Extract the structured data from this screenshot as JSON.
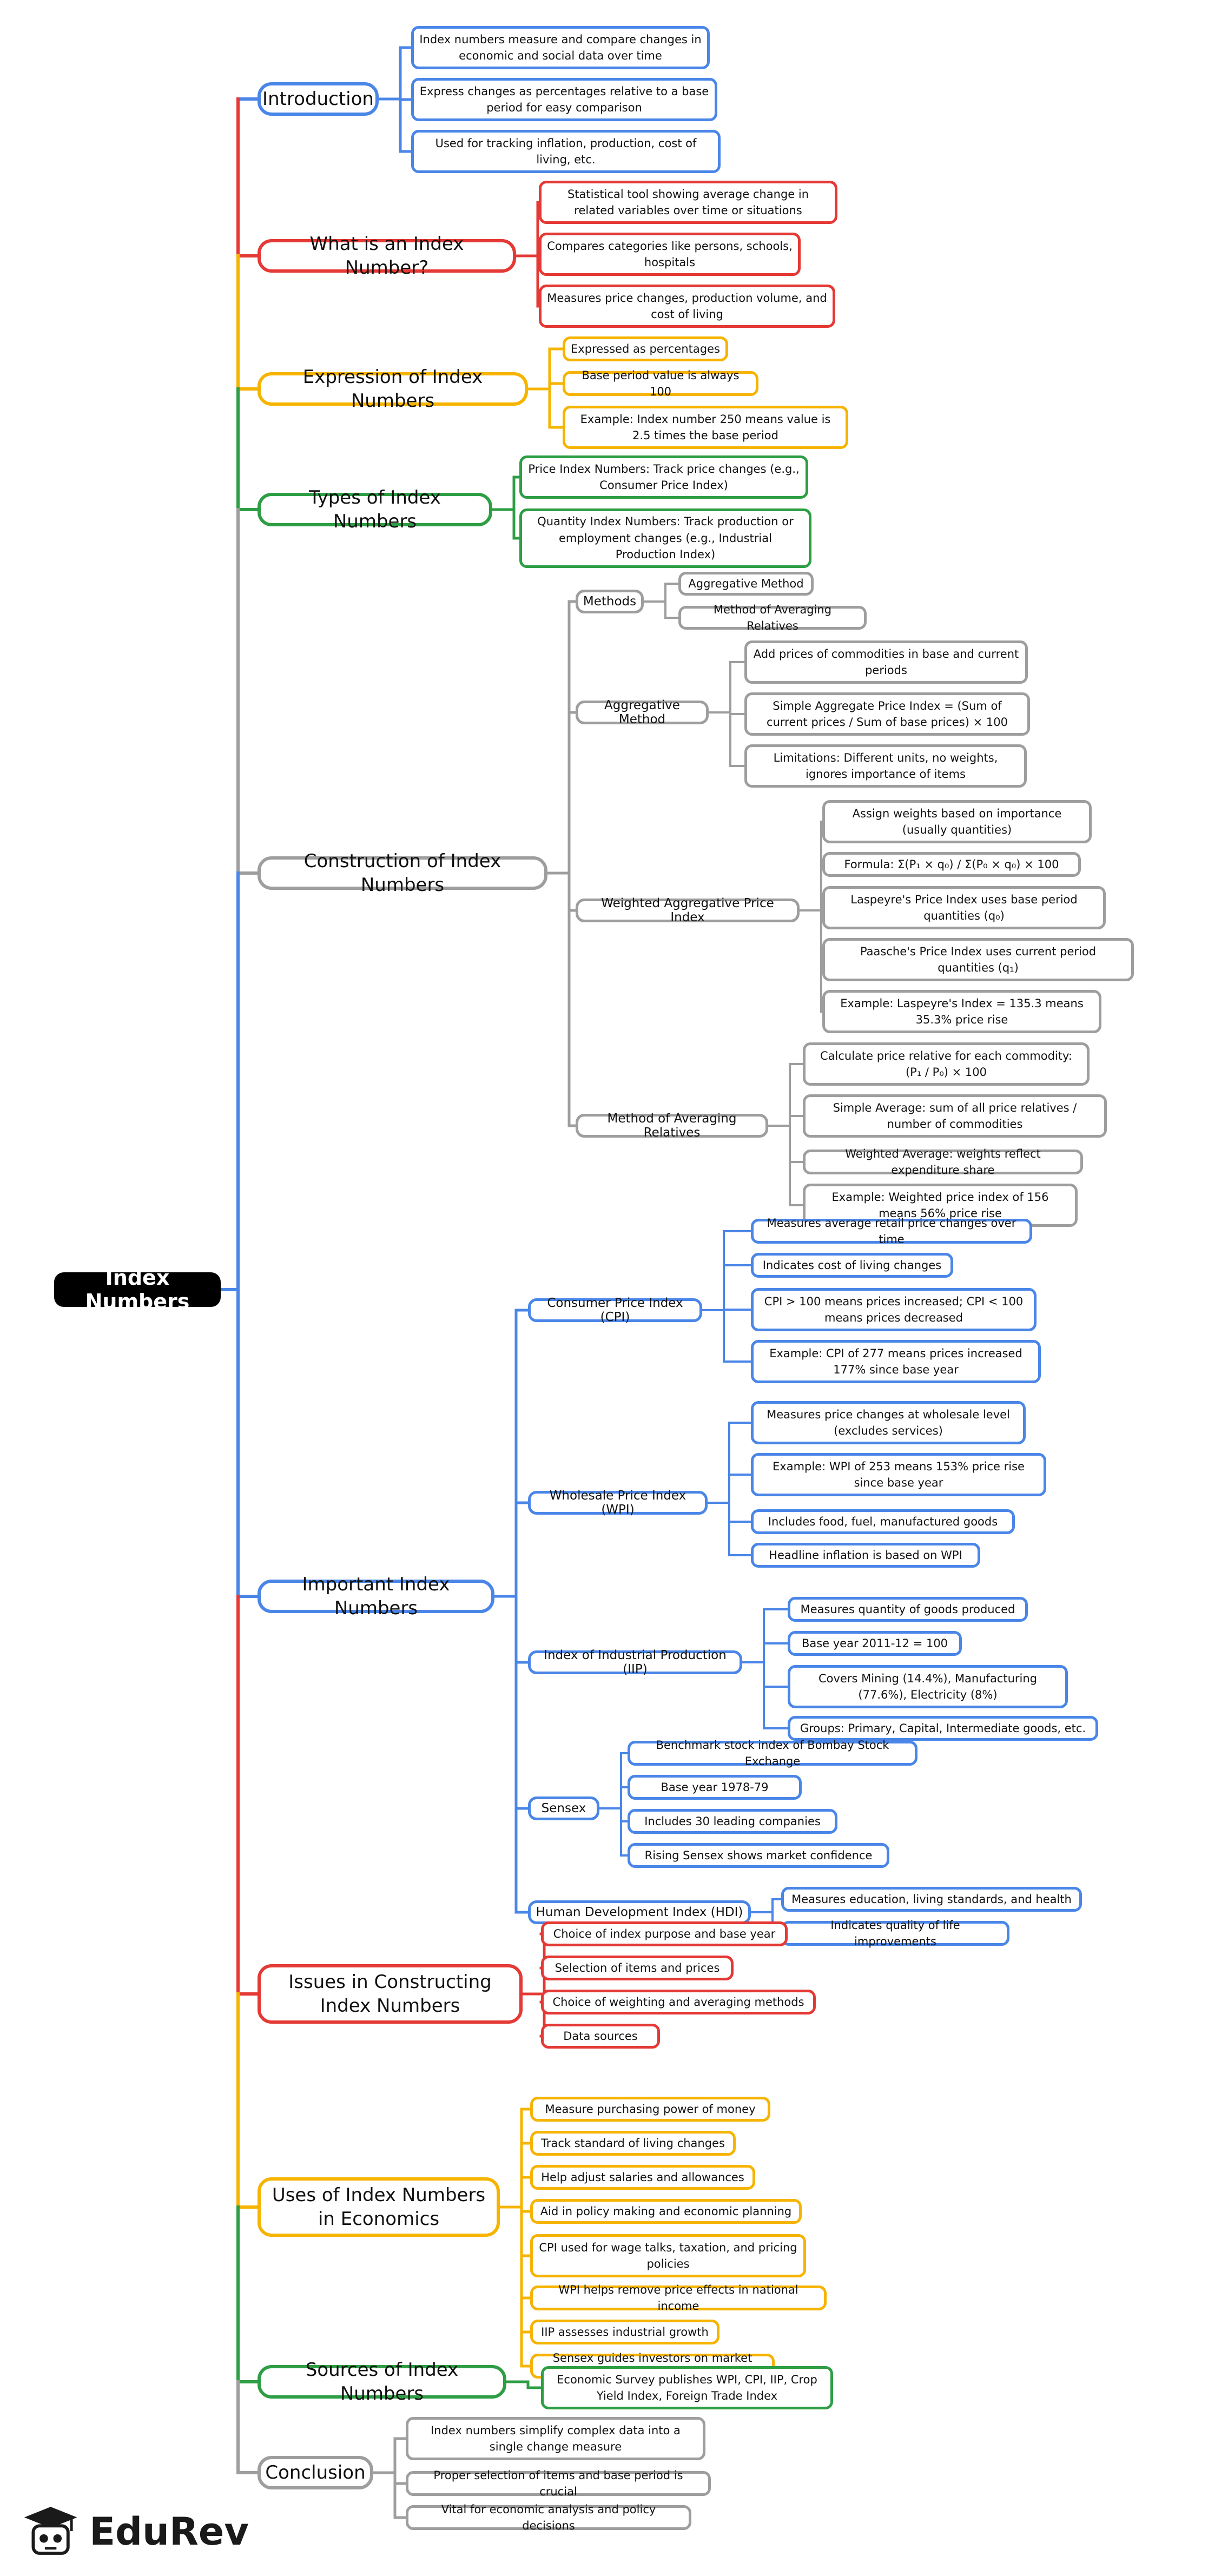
{
  "root": {
    "label": "Index Numbers"
  },
  "brand": {
    "name": "EduRev",
    "logo": "graduation-cap-robot-icon"
  },
  "colors": {
    "blue": "#4a86e8",
    "red": "#e53935",
    "yellow": "#f6b400",
    "green": "#2e9e44",
    "gray": "#9e9e9e",
    "root_bg": "#000000"
  },
  "topics": [
    {
      "label": "Introduction",
      "color": "blue",
      "children": [
        {
          "label": "Index numbers measure and compare changes in economic and social data over time"
        },
        {
          "label": "Express changes as percentages relative to a base period for easy comparison"
        },
        {
          "label": "Used for tracking inflation, production, cost of living, etc."
        }
      ]
    },
    {
      "label": "What is an Index Number?",
      "color": "red",
      "children": [
        {
          "label": "Statistical tool showing average change in related variables over time or situations"
        },
        {
          "label": "Compares categories like persons, schools, hospitals"
        },
        {
          "label": "Measures price changes, production volume, and cost of living"
        }
      ]
    },
    {
      "label": "Expression of Index Numbers",
      "color": "yellow",
      "children": [
        {
          "label": "Expressed as percentages"
        },
        {
          "label": "Base period value is always 100"
        },
        {
          "label": "Example: Index number 250 means value is 2.5 times the base period"
        }
      ]
    },
    {
      "label": "Types of Index Numbers",
      "color": "green",
      "children": [
        {
          "label": "Price Index Numbers: Track price changes (e.g., Consumer Price Index)"
        },
        {
          "label": "Quantity Index Numbers: Track production or employment changes (e.g., Industrial Production Index)"
        }
      ]
    },
    {
      "label": "Construction of Index Numbers",
      "color": "gray",
      "children": [
        {
          "label": "Methods",
          "children": [
            {
              "label": "Aggregative Method"
            },
            {
              "label": "Method of Averaging Relatives"
            }
          ]
        },
        {
          "label": "Aggregative Method",
          "children": [
            {
              "label": "Add prices of commodities in base and current periods"
            },
            {
              "label": "Simple Aggregate Price Index = (Sum of current prices / Sum of base prices) × 100"
            },
            {
              "label": "Limitations: Different units, no weights, ignores importance of items"
            }
          ]
        },
        {
          "label": "Weighted Aggregative Price Index",
          "children": [
            {
              "label": "Assign weights based on importance (usually quantities)"
            },
            {
              "label": "Formula: Σ(P₁ × q₀) / Σ(P₀ × q₀) × 100"
            },
            {
              "label": "Laspeyre's Price Index uses base period quantities (q₀)"
            },
            {
              "label": "Paasche's Price Index uses current period quantities (q₁)"
            },
            {
              "label": "Example: Laspeyre's Index = 135.3 means 35.3% price rise"
            }
          ]
        },
        {
          "label": "Method of Averaging Relatives",
          "children": [
            {
              "label": "Calculate price relative for each commodity: (P₁ / P₀) × 100"
            },
            {
              "label": "Simple Average: sum of all price relatives / number of commodities"
            },
            {
              "label": "Weighted Average: weights reflect expenditure share"
            },
            {
              "label": "Example: Weighted price index of 156 means 56% price rise"
            }
          ]
        }
      ]
    },
    {
      "label": "Important Index Numbers",
      "color": "blue",
      "children": [
        {
          "label": "Consumer Price Index (CPI)",
          "children": [
            {
              "label": "Measures average retail price changes over time"
            },
            {
              "label": "Indicates cost of living changes"
            },
            {
              "label": "CPI > 100 means prices increased; CPI < 100 means prices decreased"
            },
            {
              "label": "Example: CPI of 277 means prices increased 177% since base year"
            }
          ]
        },
        {
          "label": "Wholesale Price Index (WPI)",
          "children": [
            {
              "label": "Measures price changes at wholesale level (excludes services)"
            },
            {
              "label": "Example: WPI of 253 means 153% price rise since base year"
            },
            {
              "label": "Includes food, fuel, manufactured goods"
            },
            {
              "label": "Headline inflation is based on WPI"
            }
          ]
        },
        {
          "label": "Index of Industrial Production (IIP)",
          "children": [
            {
              "label": "Measures quantity of goods produced"
            },
            {
              "label": "Base year 2011-12 = 100"
            },
            {
              "label": "Covers Mining (14.4%), Manufacturing (77.6%), Electricity (8%)"
            },
            {
              "label": "Groups: Primary, Capital, Intermediate goods, etc."
            }
          ]
        },
        {
          "label": "Sensex",
          "children": [
            {
              "label": "Benchmark stock index of Bombay Stock Exchange"
            },
            {
              "label": "Base year 1978-79"
            },
            {
              "label": "Includes 30 leading companies"
            },
            {
              "label": "Rising Sensex shows market confidence"
            }
          ]
        },
        {
          "label": "Human Development Index (HDI)",
          "children": [
            {
              "label": "Measures education, living standards, and health"
            },
            {
              "label": "Indicates quality of life improvements"
            }
          ]
        }
      ]
    },
    {
      "label": "Issues in Constructing Index Numbers",
      "color": "red",
      "children": [
        {
          "label": "Choice of index purpose and base year"
        },
        {
          "label": "Selection of items and prices"
        },
        {
          "label": "Choice of weighting and averaging methods"
        },
        {
          "label": "Data sources"
        }
      ]
    },
    {
      "label": "Uses of Index Numbers in Economics",
      "color": "yellow",
      "children": [
        {
          "label": "Measure purchasing power of money"
        },
        {
          "label": "Track standard of living changes"
        },
        {
          "label": "Help adjust salaries and allowances"
        },
        {
          "label": "Aid in policy making and economic planning"
        },
        {
          "label": "CPI used for wage talks, taxation, and pricing policies"
        },
        {
          "label": "WPI helps remove price effects in national income"
        },
        {
          "label": "IIP assesses industrial growth"
        },
        {
          "label": "Sensex guides investors on market trends"
        }
      ]
    },
    {
      "label": "Sources of Index Numbers",
      "color": "green",
      "children": [
        {
          "label": "Economic Survey publishes WPI, CPI, IIP, Crop Yield Index, Foreign Trade Index"
        }
      ]
    },
    {
      "label": "Conclusion",
      "color": "gray",
      "children": [
        {
          "label": "Index numbers simplify complex data into a single change measure"
        },
        {
          "label": "Proper selection of items and base period is crucial"
        },
        {
          "label": "Vital for economic analysis and policy decisions"
        }
      ]
    }
  ]
}
